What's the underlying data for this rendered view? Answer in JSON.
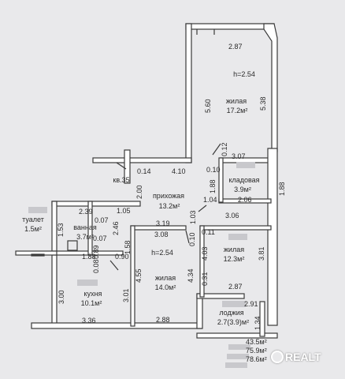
{
  "rooms": {
    "living_top": {
      "name": "жилая",
      "area": "17.2м²",
      "height": "h=2.54"
    },
    "storage": {
      "name": "кладовая",
      "area": "3.9м²"
    },
    "hallway": {
      "name": "прихожая",
      "area": "13.2м²",
      "unit": "кв.35"
    },
    "toilet": {
      "name": "туалет",
      "area": "1.5м²"
    },
    "bathroom": {
      "name": "ванная",
      "area": "3.7м²"
    },
    "living_right": {
      "name": "жилая",
      "area": "12.3м²"
    },
    "living_mid": {
      "name": "жилая",
      "area": "14.0м²",
      "height": "h=2.54"
    },
    "kitchen": {
      "name": "кухня",
      "area": "10.1м²"
    },
    "loggia": {
      "name": "лоджия",
      "area": "2.7(3.9)м²"
    }
  },
  "dimensions": {
    "d287_top": "2.87",
    "d560": "5.60",
    "d538": "5.38",
    "d012": "0.12",
    "d307": "3.07",
    "d014": "0.14",
    "d410": "4.10",
    "d010a": "0.10",
    "d188a": "1.88",
    "d188b": "1.88",
    "d200": "2.00",
    "d104": "1.04",
    "d206": "2.06",
    "d239": "2.39",
    "d105": "1.05",
    "d153": "1.53",
    "d007a": "0.07",
    "d246": "2.46",
    "d319": "3.19",
    "d103": "1.03",
    "d306": "3.06",
    "d007b": "0.07",
    "d089": "0.89",
    "d188c": "1.88",
    "d090": "0.90",
    "d008": "0.08",
    "d158": "1.58",
    "d308": "3.08",
    "d010b": "0.10",
    "d011": "0.11",
    "d403": "4.03",
    "d381": "3.81",
    "d455": "4.55",
    "d434": "4.34",
    "d031": "0.31",
    "d287_b": "2.87",
    "d300": "3.00",
    "d301": "3.01",
    "d291": "2.91",
    "d134": "1.34",
    "d336": "3.36",
    "d288": "2.88"
  },
  "totals": [
    "43.5м²",
    "75.9м²",
    "78.6м²"
  ],
  "watermark": "REALT"
}
